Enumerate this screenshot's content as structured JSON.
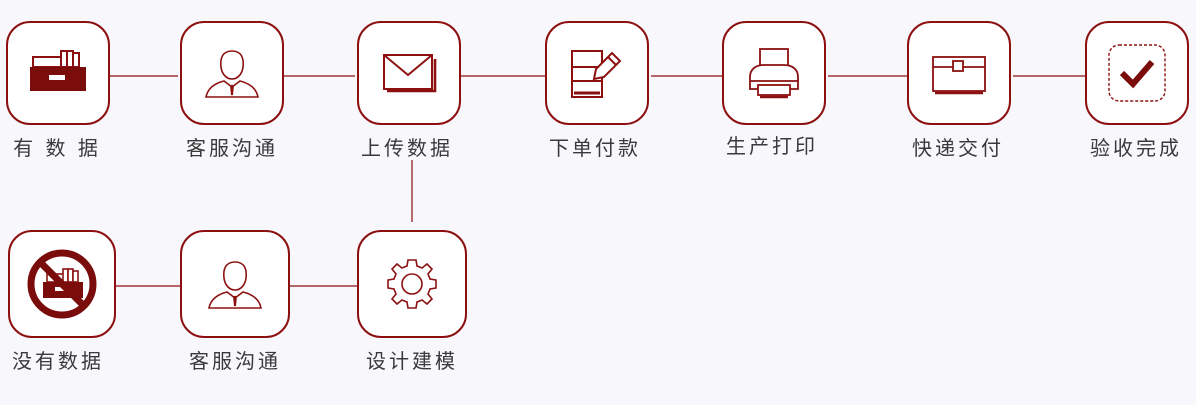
{
  "colors": {
    "accent": "#8c1010",
    "text": "#3a3a3a",
    "background": "#f8f7fb"
  },
  "steps": {
    "have_data": {
      "label": "有 数 据",
      "icon": "file-drawer-icon"
    },
    "consult_top": {
      "label": "客服沟通",
      "icon": "customer-service-person-icon"
    },
    "upload_data": {
      "label": "上传数据",
      "icon": "envelope-icon"
    },
    "place_order": {
      "label": "下单付款",
      "icon": "order-form-pencil-icon"
    },
    "print": {
      "label": "生产打印",
      "icon": "printer-icon"
    },
    "delivery": {
      "label": "快递交付",
      "icon": "delivery-box-icon"
    },
    "acceptance": {
      "label": "验收完成",
      "icon": "checkmark-icon"
    },
    "no_data": {
      "label": "没有数据",
      "icon": "no-file-drawer-icon"
    },
    "consult_bottom": {
      "label": "客服沟通",
      "icon": "customer-service-person-icon"
    },
    "design_model": {
      "label": "设计建模",
      "icon": "gear-icon"
    }
  }
}
